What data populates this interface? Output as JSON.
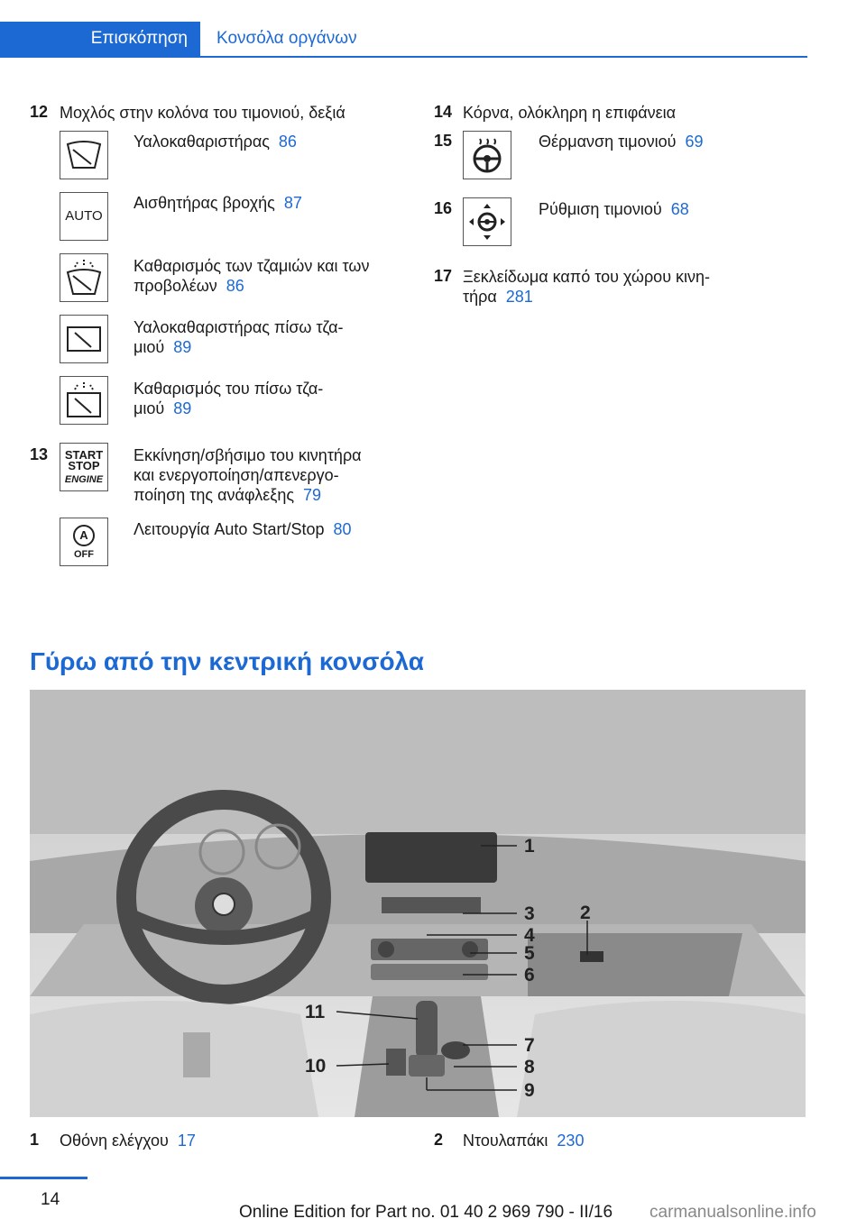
{
  "header": {
    "tab_active": "Επισκόπηση",
    "tab_inactive": "Κονσόλα οργάνων"
  },
  "left_column": {
    "item12": {
      "number": "12",
      "title": "Μοχλός στην κολόνα του τιμονιού, δεξιά",
      "entries": [
        {
          "icon": "windshield-wiper-icon",
          "line1": "Υαλοκαθαριστήρας",
          "line2": "",
          "page": "86"
        },
        {
          "icon": "auto-rain-sensor-icon",
          "icon_text": "AUTO",
          "line1": "Αισθητήρας βροχής",
          "line2": "",
          "page": "87"
        },
        {
          "icon": "washer-icon",
          "line1": "Καθαρισμός των τζαμιών και των",
          "line2": "προβολέων",
          "page": "86"
        },
        {
          "icon": "rear-wiper-icon",
          "line1": "Υαλοκαθαριστήρας πίσω τζα-",
          "line2": "μιού",
          "page": "89"
        },
        {
          "icon": "rear-washer-icon",
          "line1": "Καθαρισμός του πίσω τζα-",
          "line2": "μιού",
          "page": "89"
        }
      ]
    },
    "item13": {
      "number": "13",
      "entries": [
        {
          "icon": "start-stop-engine-icon",
          "icon_text": [
            "START",
            "STOP",
            "ENGINE"
          ],
          "line1": "Εκκίνηση/σβήσιμο του κινητήρα",
          "line2": "και ενεργοποίηση/απενεργο-",
          "line3": "ποίηση της ανάφλεξης",
          "page": "79"
        },
        {
          "icon": "auto-start-stop-off-icon",
          "icon_text": [
            "A",
            "OFF"
          ],
          "line1": "Λειτουργία Auto Start/Stop",
          "line2": "",
          "page": "80"
        }
      ]
    }
  },
  "right_column": {
    "item14": {
      "number": "14",
      "title": "Κόρνα, ολόκληρη η επιφάνεια"
    },
    "item15": {
      "number": "15",
      "icon": "steering-wheel-heating-icon",
      "label": "Θέρμανση τιμονιού",
      "page": "69"
    },
    "item16": {
      "number": "16",
      "icon": "steering-wheel-adjust-icon",
      "label": "Ρύθμιση τιμονιού",
      "page": "68"
    },
    "item17": {
      "number": "17",
      "line1": "Ξεκλείδωμα καπό του χώρου κινη-",
      "line2": "τήρα",
      "page": "281"
    }
  },
  "section": {
    "heading": "Γύρω από την κεντρική κονσόλα",
    "callouts": [
      "1",
      "2",
      "3",
      "4",
      "5",
      "6",
      "7",
      "8",
      "9",
      "10",
      "11"
    ]
  },
  "legend": [
    {
      "number": "1",
      "label": "Οθόνη ελέγχου",
      "page": "17"
    },
    {
      "number": "2",
      "label": "Ντουλαπάκι",
      "page": "230"
    }
  ],
  "footer": {
    "page_number": "14",
    "edition": "Online Edition for Part no. 01 40 2 969 790 - II/16",
    "watermark": "carmanualsonline.info"
  },
  "colors": {
    "accent": "#1c69d4",
    "text": "#1a1a1a"
  }
}
